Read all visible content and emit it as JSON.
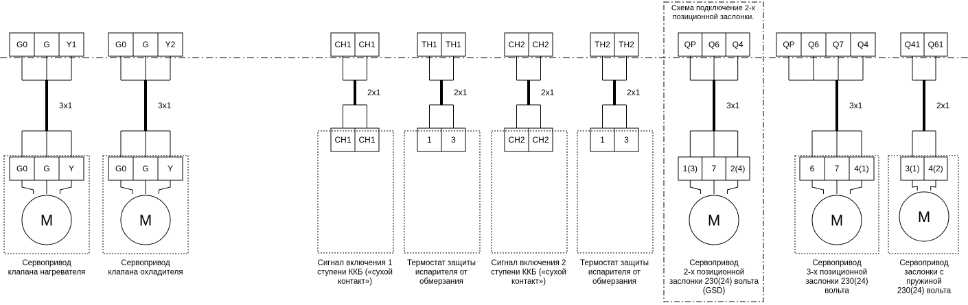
{
  "gsd_note": [
    "Схема подключение 2-х",
    "позиционной заслонки."
  ],
  "motor_label": "M",
  "groups": [
    {
      "id": "heater",
      "top": [
        "G0",
        "G",
        "Y1"
      ],
      "bottom": [
        "G0",
        "G",
        "Y"
      ],
      "cable": "3x1",
      "motor": true,
      "caption": [
        "Сервопривод",
        "клапана нагревателя"
      ]
    },
    {
      "id": "cooler",
      "top": [
        "G0",
        "G",
        "Y2"
      ],
      "bottom": [
        "G0",
        "G",
        "Y"
      ],
      "cable": "3x1",
      "motor": true,
      "caption": [
        "Сервопривод",
        "клапана охладителя"
      ]
    },
    {
      "id": "kkb1",
      "top": [
        "CH1",
        "CH1"
      ],
      "bottom": [
        "CH1",
        "CH1"
      ],
      "cable": "2x1",
      "motor": false,
      "caption": [
        "Сигнал включения 1",
        "ступени ККБ («сухой",
        "контакт»)"
      ]
    },
    {
      "id": "thermo1",
      "top": [
        "TH1",
        "TH1"
      ],
      "bottom": [
        "1",
        "3"
      ],
      "cable": "2x1",
      "motor": false,
      "caption": [
        "Термостат защиты",
        "испарителя от",
        "обмерзания"
      ]
    },
    {
      "id": "kkb2",
      "top": [
        "CH2",
        "CH2"
      ],
      "bottom": [
        "CH2",
        "CH2"
      ],
      "cable": "2x1",
      "motor": false,
      "caption": [
        "Сигнал включения 2",
        "ступени ККБ («сухой",
        "контакт»)"
      ]
    },
    {
      "id": "thermo2",
      "top": [
        "TH2",
        "TH2"
      ],
      "bottom": [
        "1",
        "3"
      ],
      "cable": "2x1",
      "motor": false,
      "caption": [
        "Термостат защиты",
        "испарителя от",
        "обмерзания"
      ]
    },
    {
      "id": "damper2pos",
      "top": [
        "QP",
        "Q6",
        "Q4"
      ],
      "bottom": [
        "1(3)",
        "7",
        "2(4)"
      ],
      "cable": "3x1",
      "motor": true,
      "caption": [
        "Сервопривод",
        "2-х позиционной",
        "заслонки 230(24) вольта",
        "(GSD)"
      ]
    },
    {
      "id": "damper3pos",
      "top": [
        "QP",
        "Q6",
        "Q7",
        "Q4"
      ],
      "bottom": [
        "6",
        "7",
        "4(1)"
      ],
      "cable": "3x1",
      "motor": true,
      "caption": [
        "Сервопривод",
        "3-х позиционной",
        "заслонки 230(24)",
        "вольта"
      ]
    },
    {
      "id": "damperspring",
      "top": [
        "Q41",
        "Q61"
      ],
      "bottom": [
        "3(1)",
        "4(2)"
      ],
      "cable": "2x1",
      "motor": true,
      "caption": [
        "Сервопривод",
        "заслонки с",
        "пружиной",
        "230(24) вольта"
      ]
    }
  ]
}
